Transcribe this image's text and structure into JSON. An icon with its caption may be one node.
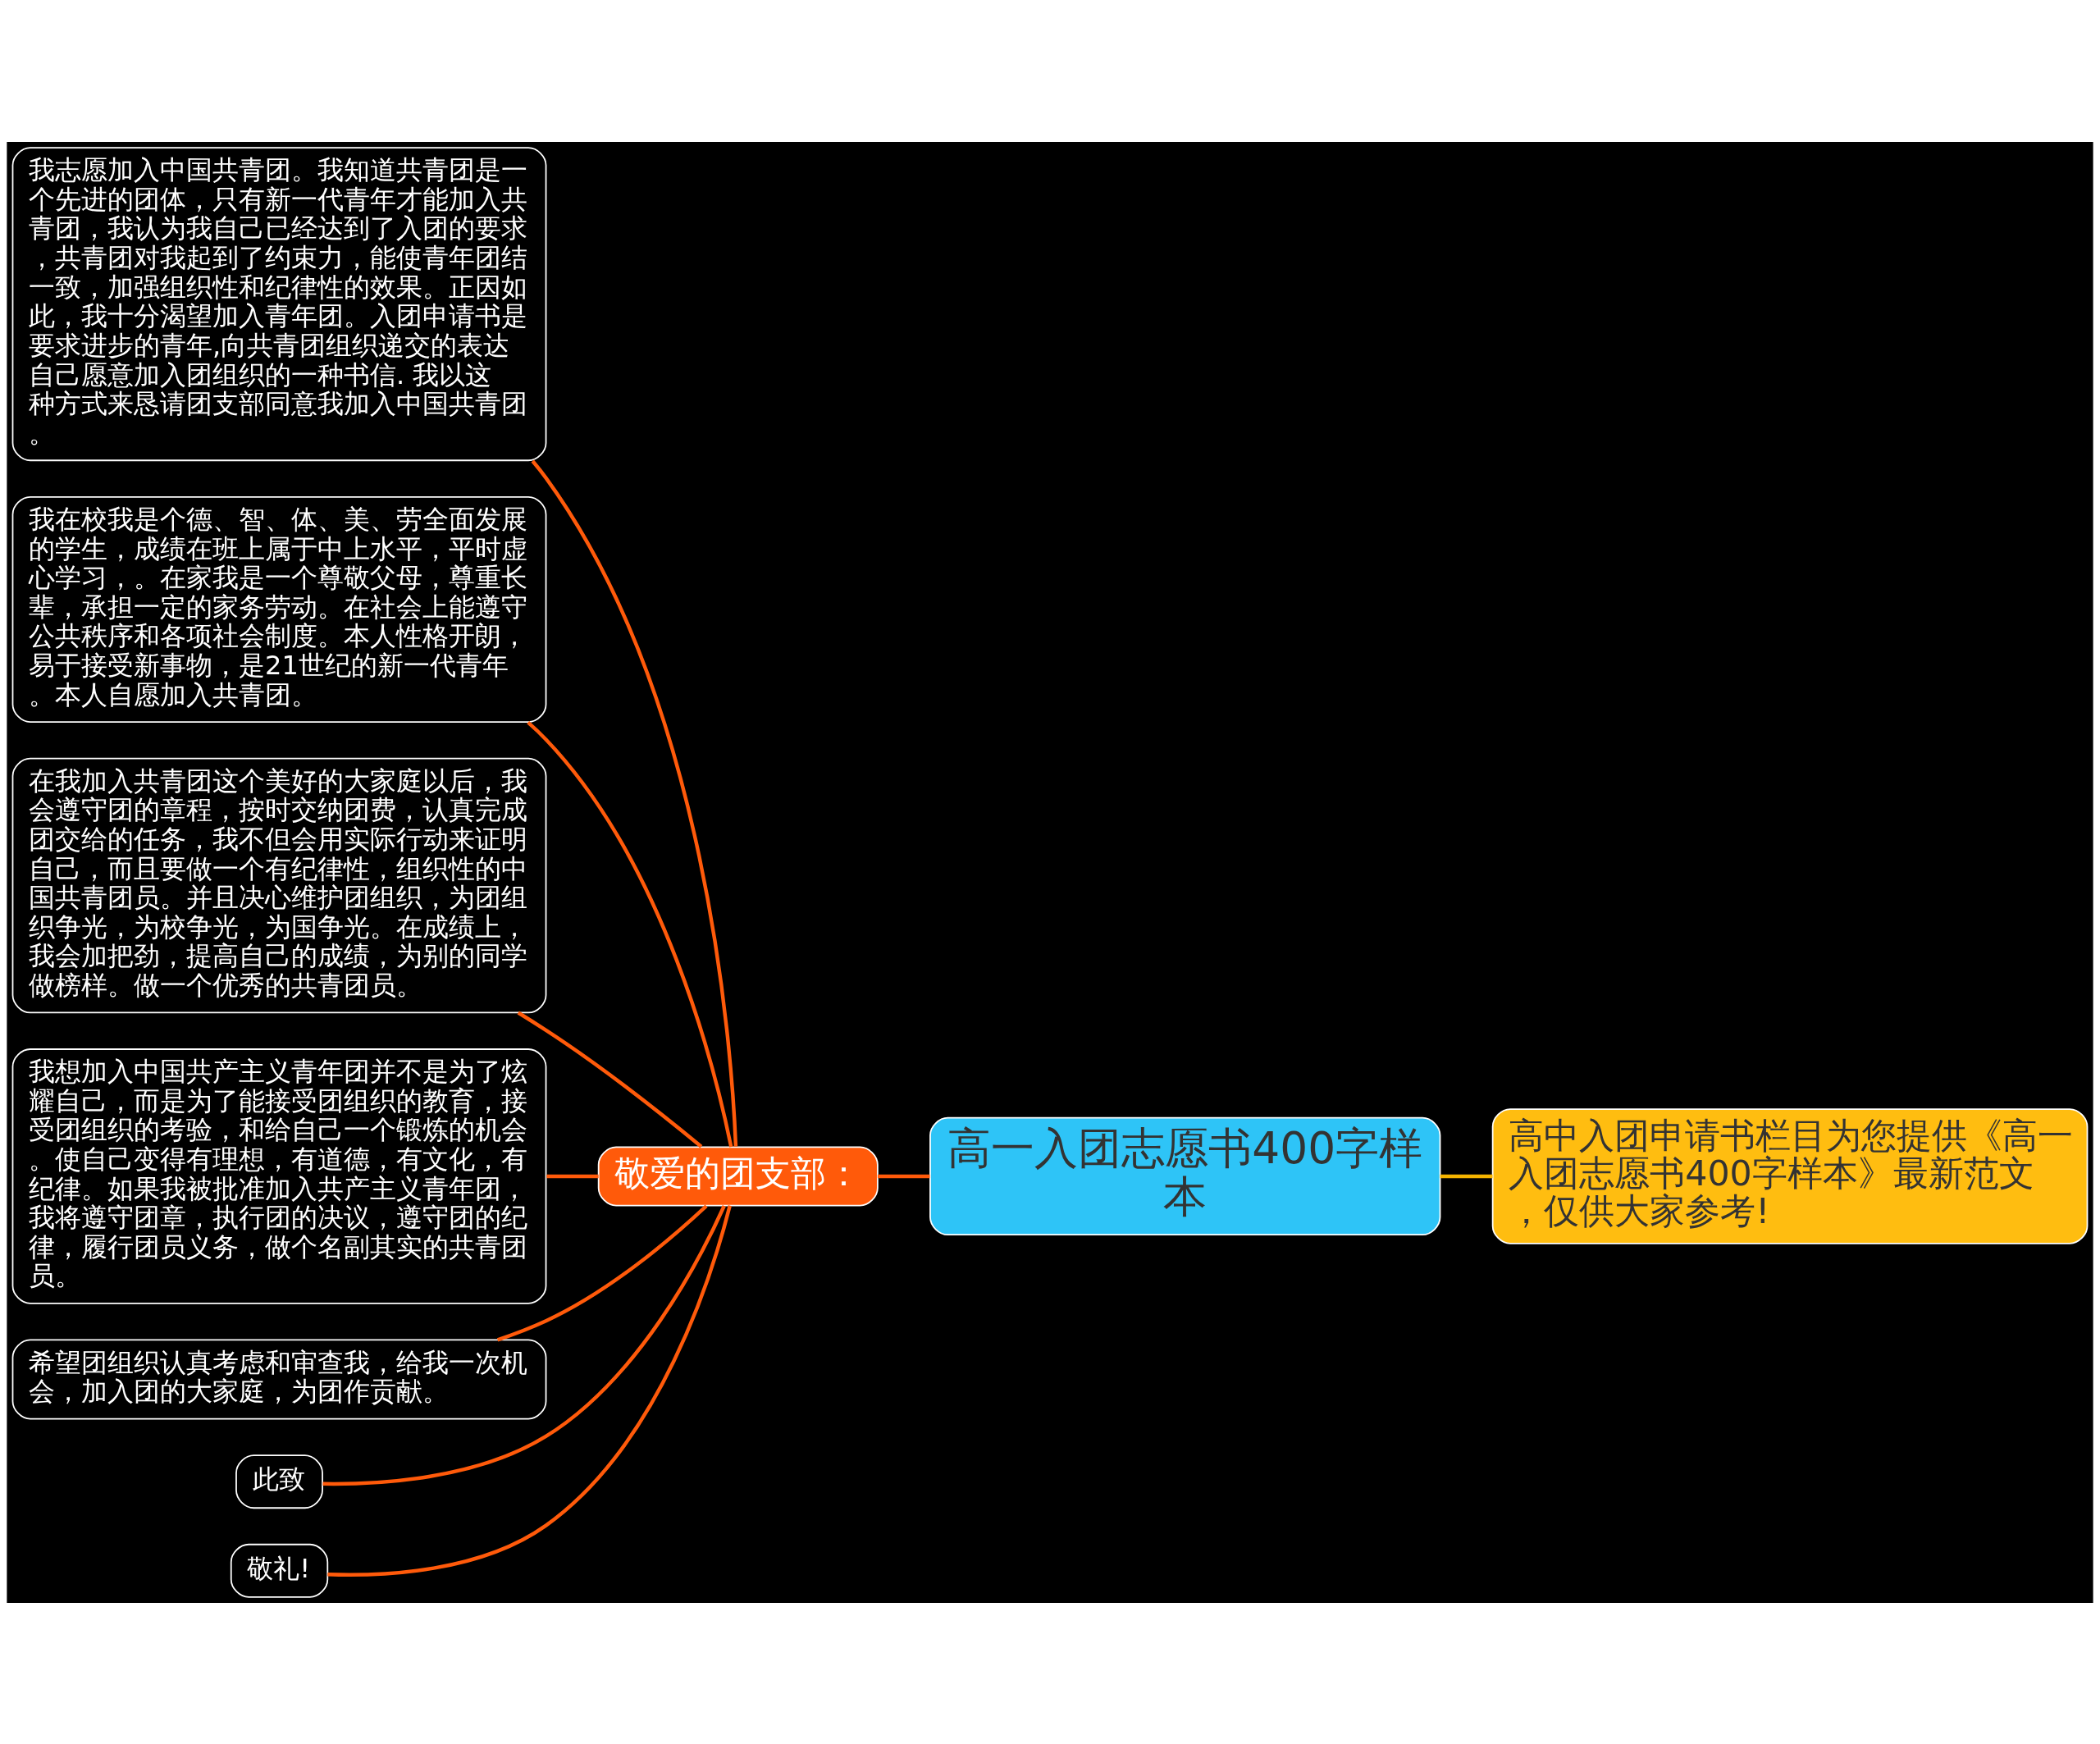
{
  "diagram": {
    "nodes": [
      {
        "text": [
          "高一入团志愿书400字样本"
        ]
      },
      {
        "text": [
          "敬爱的团支部："
        ]
      },
      {
        "text": [
          "我志愿加入中国共青团。我知道共青团是一个先进的团体，只有新一代青年才能加入共青团，我认为我自己已经达到了入团的要求，共青团对我起到了约束力，能使青年团结一致，加强组织性和纪律性的效果。正因如此，我十分渴望加入青年团。入团申请书是要求进步的青年,向共青团组织递交的表达自己愿意加入团组织的一种书信. 我以这种方式来恳请团支部同意我加入中国共青团。"
        ]
      },
      {
        "text": [
          "我在校我是个德、智、体、美、劳全面发展的学生，成绩在班上属于中上水平，平时虚心学习，。在家我是一个尊敬父母，尊重长辈，承担一定的家务劳动。在社会上能遵守公共秩序和各项社会制度。本人性格开朗，易于接受新事物，是21世纪的新一代青年。本人自愿加入共青团。"
        ]
      },
      {
        "text": [
          "在我加入共青团这个美好的大家庭以后，我会遵守团的章程，按时交纳团费，认真完成团交给的任务，我不但会用实际行动来证明自己，而且要做一个有纪律性，组织性的中国共青团员。并且决心维护团组织，为团组织争光，为校争光，为国争光。在成绩上，我会加把劲，提高自己的成绩，为别的同学做榜样。做一个优秀的共青团员。"
        ]
      },
      {
        "text": [
          "我想加入中国共产主义青年团并不是为了炫耀自己，而是为了能接受团组织的教育，接受团组织的考验，和给自己一个锻炼的机会。使自己变得有理想，有道德，有文化，有纪律。如果我被批准加入共产主义青年团，我将遵守团章，执行团的决议，遵守团的纪律，履行团员义务，做个名副其实的共青团员。"
        ]
      },
      {
        "text": [
          "希望团组织认真考虑和审查我，给我一次机会，加入团的大家庭，为团作贡献。"
        ]
      },
      {
        "text": [
          "此致"
        ]
      },
      {
        "text": [
          "敬礼!"
        ]
      },
      {
        "text": [
          "高中入团申请书栏目为您提供《高一入团志愿书400字样本》最新范文，仅供大家参考!"
        ]
      }
    ],
    "edges": [
      {
        "from": 0,
        "to": 1,
        "arrow": "none"
      },
      {
        "from": 1,
        "to": 2,
        "arrow": "none"
      },
      {
        "from": 1,
        "to": 3,
        "arrow": "none"
      },
      {
        "from": 1,
        "to": 4,
        "arrow": "none"
      },
      {
        "from": 1,
        "to": 5,
        "arrow": "none"
      },
      {
        "from": 1,
        "to": 6,
        "arrow": "none"
      },
      {
        "from": 1,
        "to": 7,
        "arrow": "none"
      },
      {
        "from": 1,
        "to": 8,
        "arrow": "none"
      },
      {
        "from": 0,
        "to": 9,
        "arrow": "none",
        "color": "#f5b400"
      }
    ]
  }
}
